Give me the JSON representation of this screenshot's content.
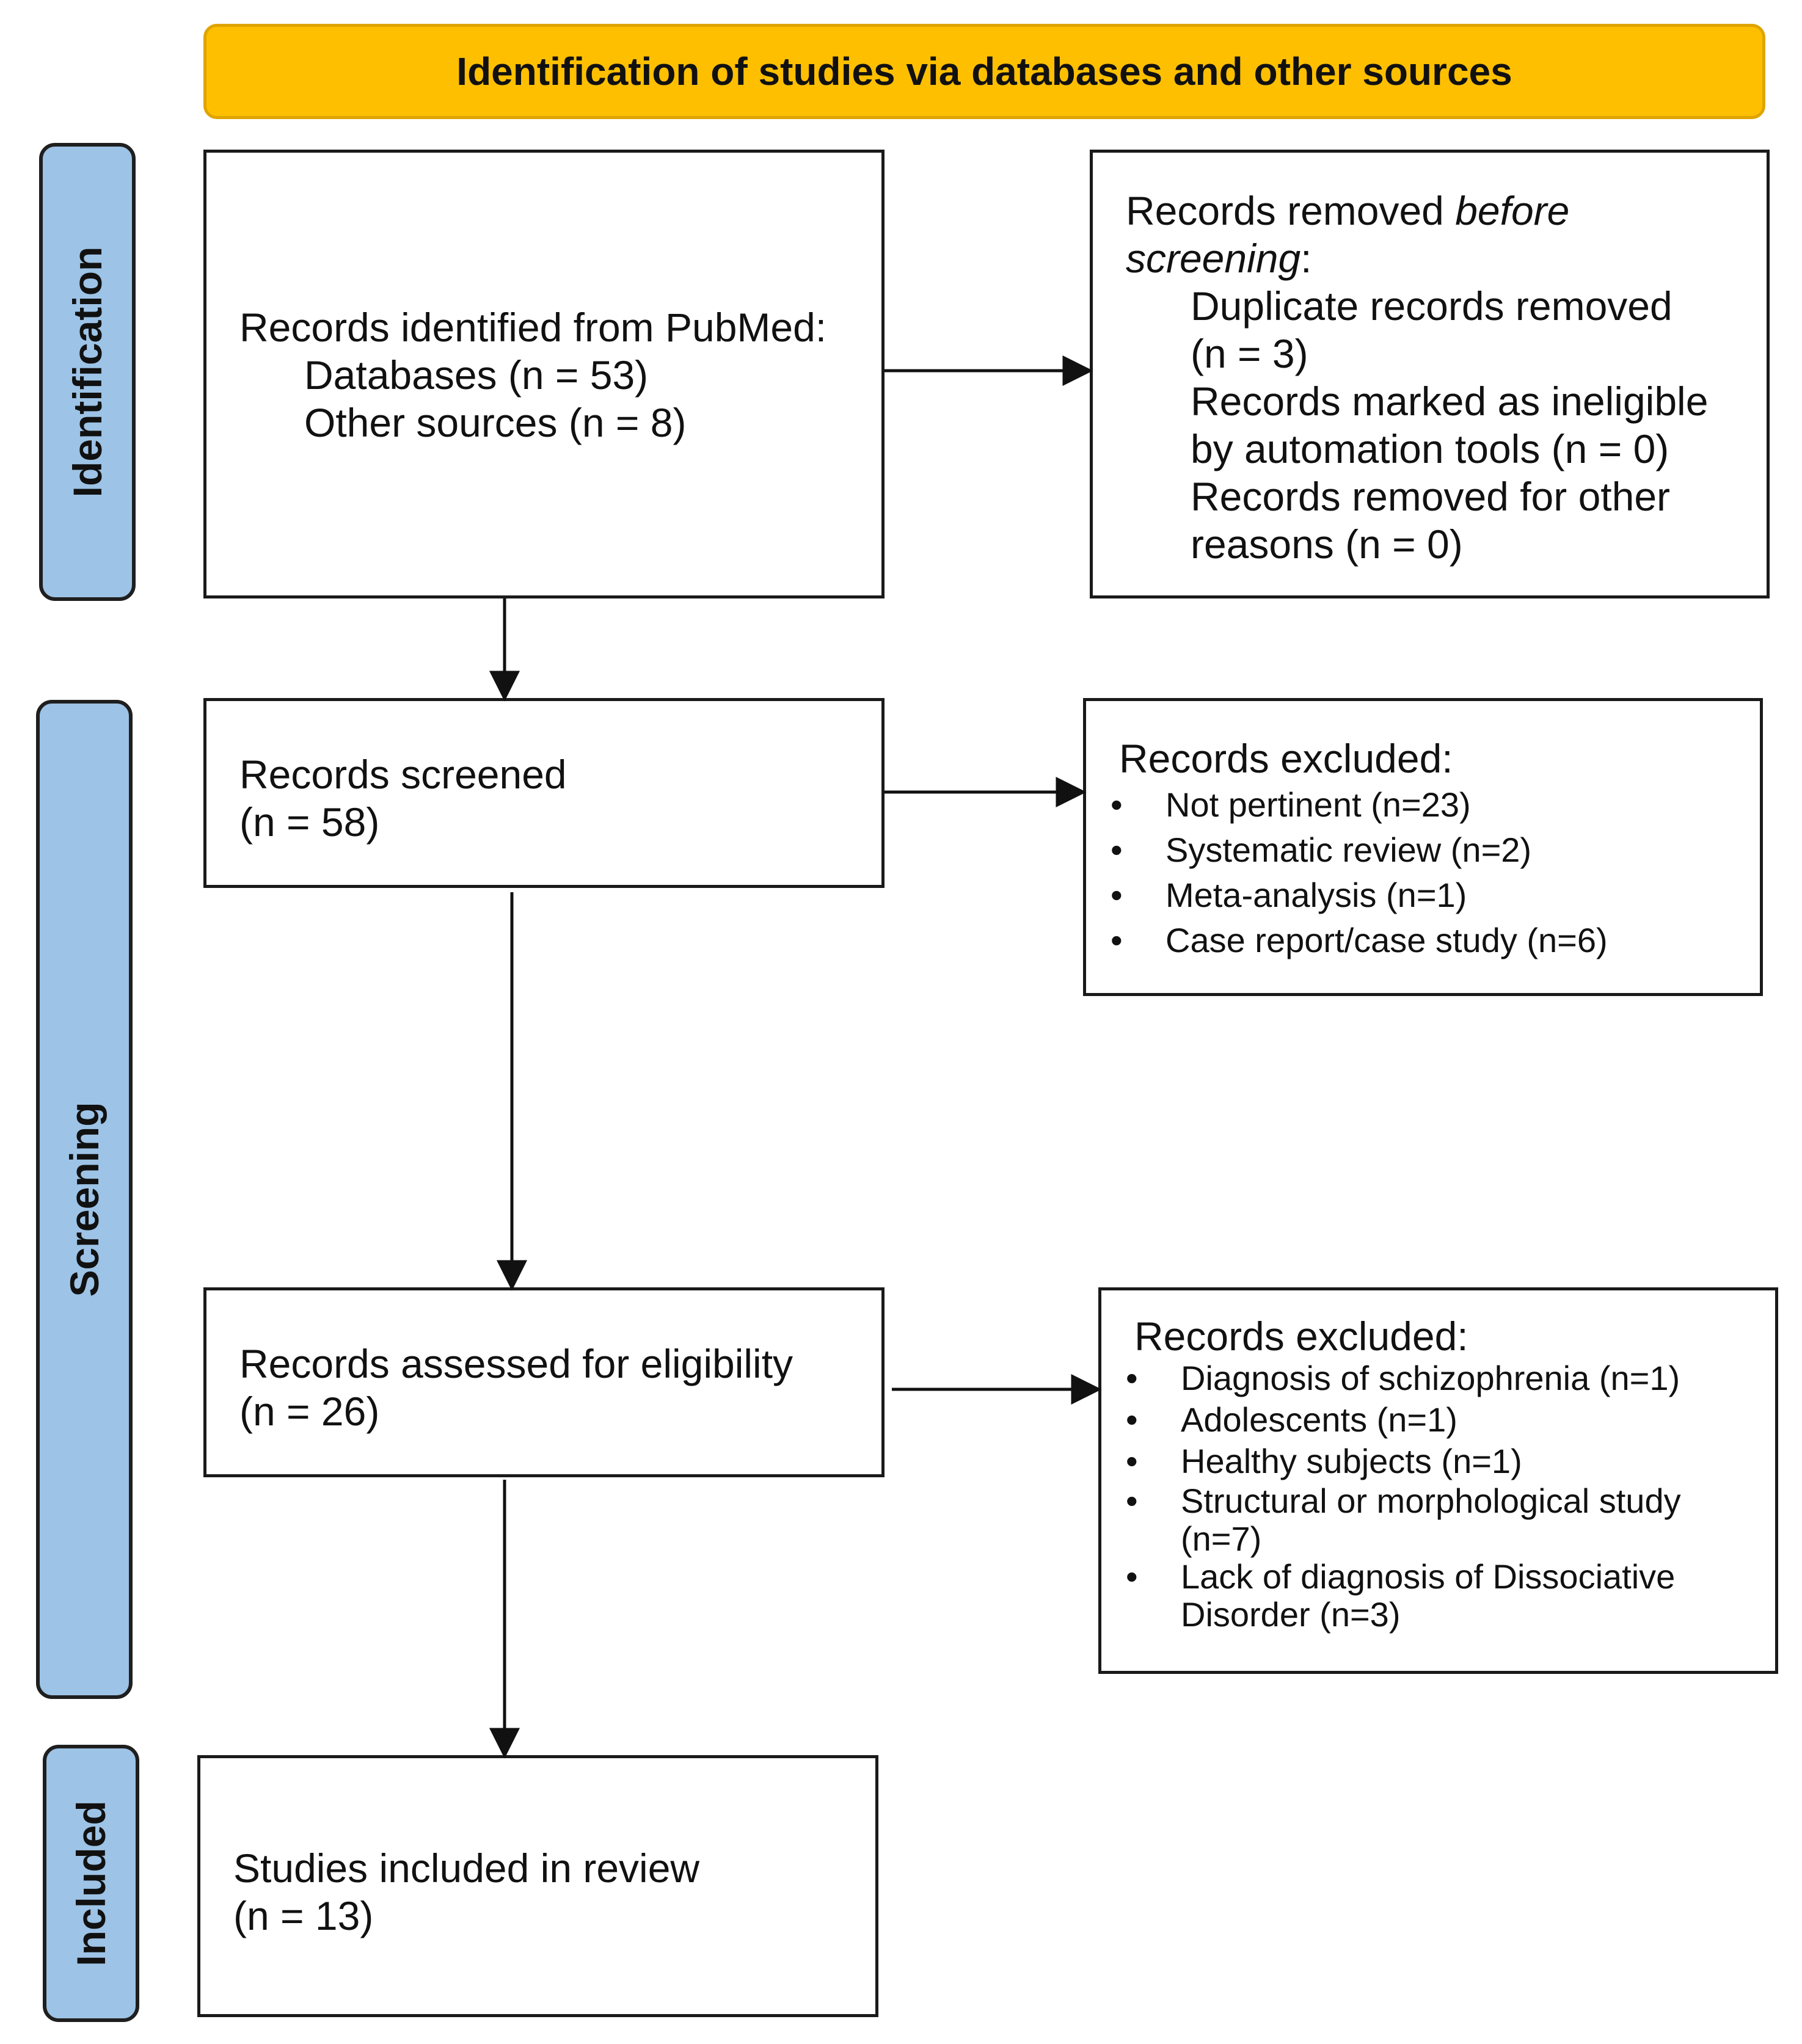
{
  "header": {
    "title": "Identification of studies via databases and other sources"
  },
  "phases": {
    "identification": "Identification",
    "screening": "Screening",
    "included": "Included"
  },
  "identified": {
    "title": "Records identified from PubMed:",
    "databases": "Databases (n = 53)",
    "other": "Other sources (n = 8)"
  },
  "removed": {
    "title_a": "Records removed ",
    "title_em": "before",
    "title_em2": "screening",
    "title_colon": ":",
    "duplicate_l1": "Duplicate records removed",
    "duplicate_l2": "(n = 3)",
    "ineligible_l1": "Records marked as ineligible",
    "ineligible_l2": "by automation tools (n = 0)",
    "other_l1": "Records removed for other",
    "other_l2": "reasons (n = 0)"
  },
  "screened": {
    "line1": "Records screened",
    "line2": "(n = 58)"
  },
  "excluded1": {
    "title": "Records excluded:",
    "items": [
      "Not pertinent (n=23)",
      "Systematic review (n=2)",
      "Meta-analysis (n=1)",
      "Case report/case study (n=6)"
    ]
  },
  "assessed": {
    "line1": "Records assessed for eligibility",
    "line2": "(n = 26)"
  },
  "excluded2": {
    "title": "Records excluded:",
    "items": [
      {
        "l1": "Diagnosis of schizophrenia (n=1)"
      },
      {
        "l1": "Adolescents (n=1)"
      },
      {
        "l1": "Healthy subjects (n=1)"
      },
      {
        "l1": "Structural or morphological study",
        "l2": "(n=7)"
      },
      {
        "l1": "Lack of diagnosis of Dissociative",
        "l2": "Disorder (n=3)"
      }
    ]
  },
  "included": {
    "line1": "Studies included in review",
    "line2": "(n = 13)"
  }
}
